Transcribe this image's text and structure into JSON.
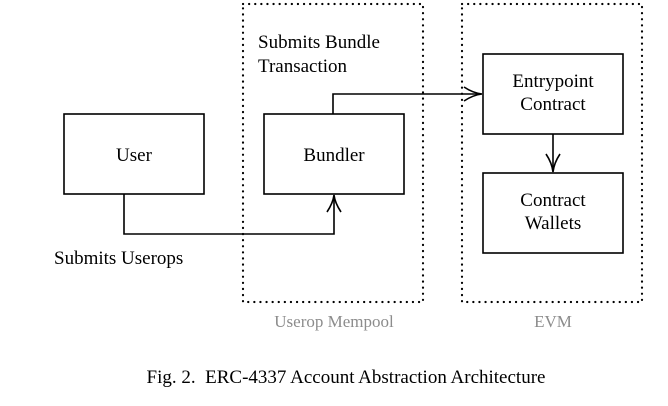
{
  "diagram": {
    "groups": [
      {
        "id": "mempool",
        "label": "Userop Mempool"
      },
      {
        "id": "evm",
        "label": "EVM"
      }
    ],
    "nodes": [
      {
        "id": "user",
        "lines": [
          "User"
        ]
      },
      {
        "id": "bundler",
        "lines": [
          "Bundler"
        ]
      },
      {
        "id": "entrypoint",
        "lines": [
          "Entrypoint",
          "Contract"
        ]
      },
      {
        "id": "wallets",
        "lines": [
          "Contract",
          "Wallets"
        ]
      }
    ],
    "edges": [
      {
        "from": "user",
        "to": "bundler",
        "label": "Submits Userops"
      },
      {
        "from": "bundler",
        "to": "entrypoint",
        "label_lines": [
          "Submits Bundle",
          "Transaction"
        ]
      },
      {
        "from": "entrypoint",
        "to": "wallets"
      }
    ],
    "caption": "Fig. 2.  ERC-4337 Account Abstraction Architecture"
  },
  "colors": {
    "stroke": "#000000",
    "group_label": "#8c8c8c",
    "text": "#000000"
  }
}
